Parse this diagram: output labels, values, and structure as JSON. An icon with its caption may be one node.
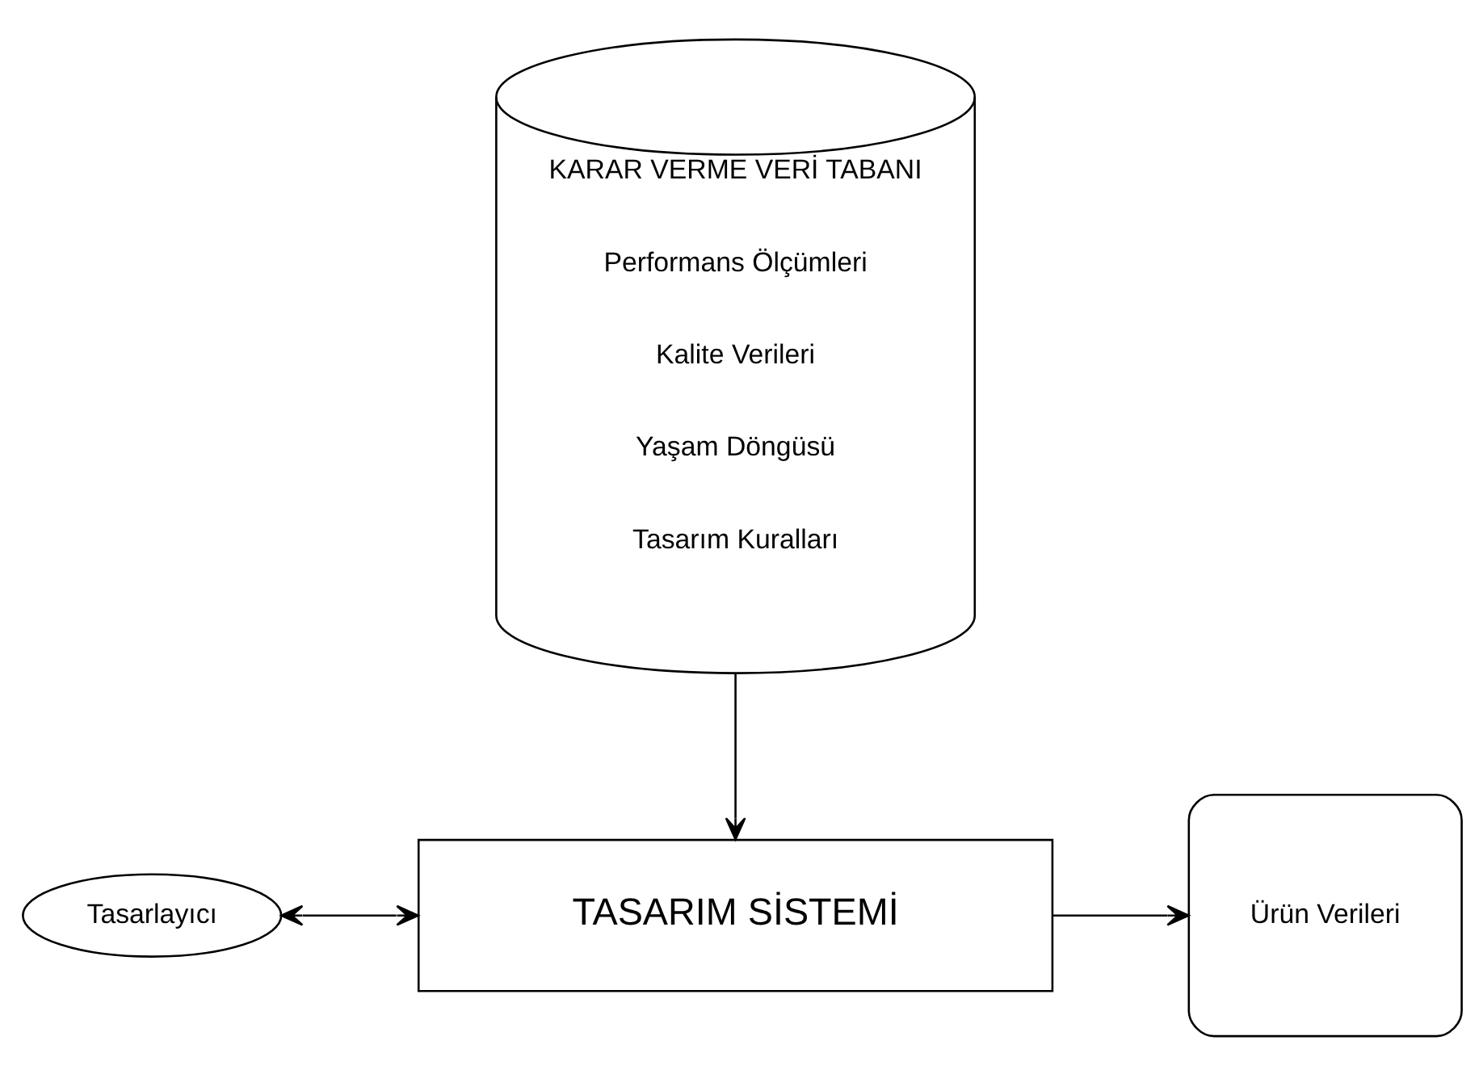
{
  "diagram": {
    "nodes": [
      {
        "text": [
          "KARAR VERME VERİ TABANI",
          "Performans Ölçümleri",
          "Kalite Verileri",
          "Yaşam Döngüsü",
          "Tasarım Kuralları"
        ]
      },
      {
        "text": [
          "Tasarlayıcı"
        ]
      },
      {
        "text": [
          "TASARIM SİSTEMİ"
        ]
      },
      {
        "text": [
          "Ürün Verileri"
        ]
      }
    ],
    "edges": [
      {
        "from": 0,
        "to": 2,
        "arrow": "to"
      },
      {
        "from": 1,
        "to": 2,
        "arrow": "both"
      },
      {
        "from": 2,
        "to": 3,
        "arrow": "to"
      }
    ]
  }
}
